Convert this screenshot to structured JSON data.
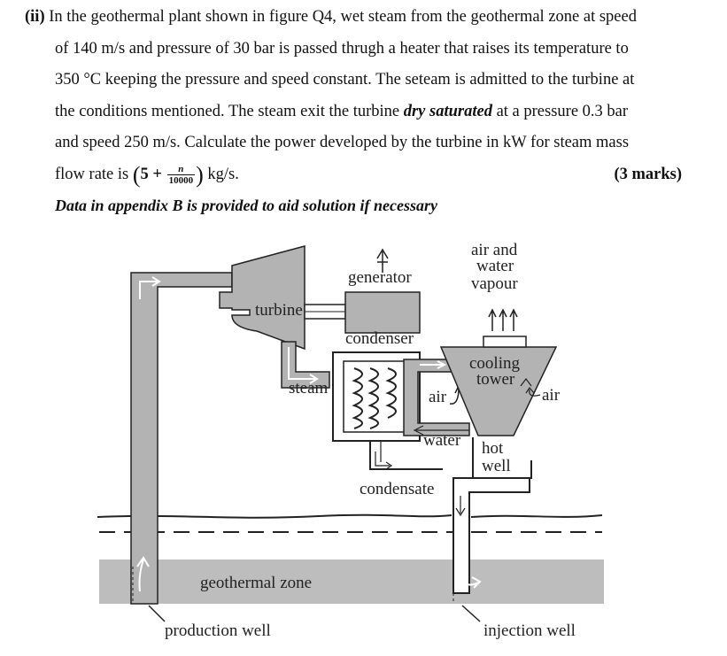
{
  "question": {
    "number": "(ii)",
    "line1": "In the geothermal plant shown in figure Q4, wet steam from the geothermal zone at speed",
    "line2": "of 140 m/s and pressure of 30 bar is passed thrugh a heater that raises its temperature to",
    "line3": "350 °C keeping the pressure and speed constant. The seteam is admitted to the turbine at",
    "line4_a": "the conditions mentioned. The steam exit the turbine ",
    "line4_b": "dry saturated",
    "line4_c": " at a pressure 0.3 bar",
    "line5": "and speed 250 m/s. Calculate the power developed by the turbine in kW for steam mass",
    "line6_a": "flow rate is ",
    "formula_open": "(",
    "formula_base": "5 +",
    "formula_num": "n",
    "formula_den": "10000",
    "formula_close": ")",
    "line6_b": " kg/s.",
    "marks": "(3 marks)"
  },
  "data_note": "Data in appendix B is provided to aid solution if necessary",
  "figure": {
    "labels": {
      "air_water_vapour_1": "air and",
      "air_water_vapour_2": "water",
      "air_water_vapour_3": "vapour",
      "generator": "generator",
      "turbine": "turbine",
      "condenser": "condenser",
      "cooling_tower_1": "cooling",
      "cooling_tower_2": "tower",
      "air_right": "air",
      "steam": "steam",
      "air_inner": "air",
      "water": "water",
      "hot_well_1": "hot",
      "hot_well_2": "well",
      "condensate": "condensate",
      "geothermal_zone": "geothermal zone",
      "production_well": "production well",
      "injection_well": "injection well"
    },
    "colors": {
      "pipe_fill": "#b3b3b3",
      "ground_fill": "#bdbdbd",
      "outline": "#222222"
    }
  }
}
